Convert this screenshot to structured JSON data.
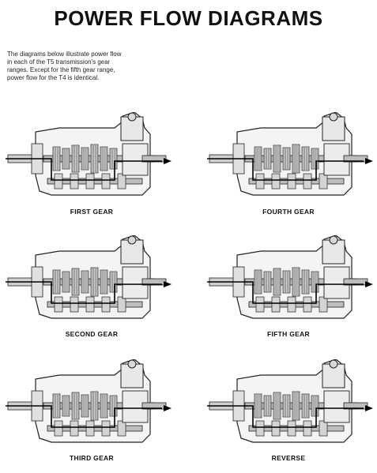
{
  "title": "POWER FLOW DIAGRAMS",
  "intro_lines": [
    "The diagrams below illustrate power flow",
    "in each of the T5 transmission's gear",
    "ranges. Except for the fifth gear range,",
    "power flow for the T4 is identical."
  ],
  "diagrams": [
    {
      "id": "first",
      "caption": "FIRST GEAR"
    },
    {
      "id": "fourth",
      "caption": "FOURTH GEAR"
    },
    {
      "id": "second",
      "caption": "SECOND GEAR"
    },
    {
      "id": "fifth",
      "caption": "FIFTH GEAR"
    },
    {
      "id": "third",
      "caption": "THIRD GEAR"
    },
    {
      "id": "reverse",
      "caption": "REVERSE"
    }
  ]
}
